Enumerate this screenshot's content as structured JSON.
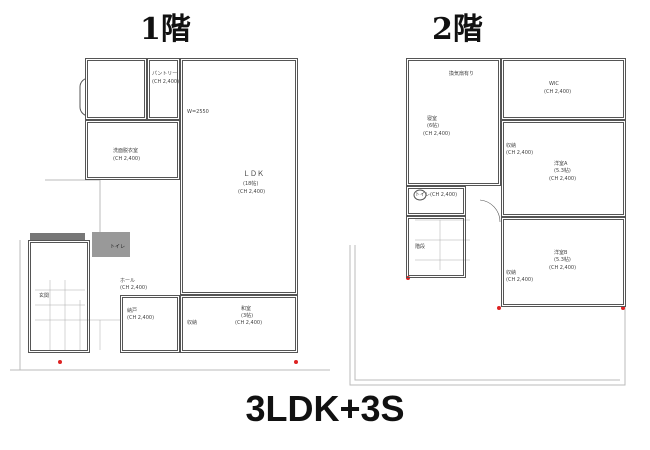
{
  "floor1": {
    "title": "1階",
    "rooms": {
      "ldk": "ＬＤＫ",
      "ldk_size": "(18帖)",
      "ldk_ch": "(CH 2,400)",
      "washroom": "洗面脱衣室",
      "washroom_ch": "(CH 2,400)",
      "pantry": "パントリー",
      "pantry_ch": "(CH 2,400)",
      "entrance": "玄関",
      "hall": "ホール",
      "hall_ch": "(CH 2,400)",
      "closet": "納戸",
      "closet_ch": "(CH 2,400)",
      "japanese": "和室",
      "japanese_size": "(3帖)",
      "japanese_ch": "(CH 2,400)",
      "toilet": "トイレ",
      "storage": "収納",
      "kitchen": "W=2550"
    }
  },
  "floor2": {
    "title": "2階",
    "rooms": {
      "bedroom": "寝室",
      "bedroom_size": "(6帖)",
      "bedroom_ch": "(CH 2,400)",
      "wic": "WIC",
      "wic_ch": "(CH 2,400)",
      "western_a": "洋室A",
      "western_a_size": "(5.3帖)",
      "western_a_ch": "(CH 2,400)",
      "western_b": "洋室B",
      "western_b_size": "(5.3帖)",
      "western_b_ch": "(CH 2,400)",
      "toilet": "トイレ(CH 2,400)",
      "stairs": "階段",
      "storage_a": "収納",
      "storage_a_ch": "(CH 2,400)",
      "storage_b": "収納",
      "storage_b_ch": "(CH 2,400)",
      "note": "換気扇有り"
    }
  },
  "layout_label": "3LDK+3S"
}
